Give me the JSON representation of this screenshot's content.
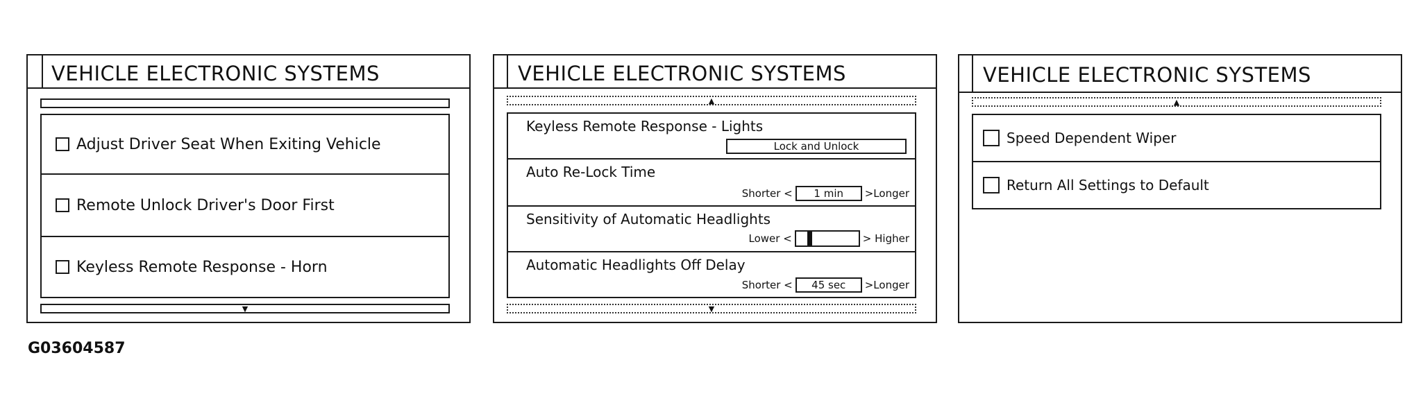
{
  "caption": "G03604587",
  "screens": [
    {
      "title": "VEHICLE ELECTRONIC SYSTEMS",
      "items": [
        {
          "label": "Adjust Driver Seat When Exiting Vehicle",
          "checked": false
        },
        {
          "label": "Remote Unlock Driver's Door First",
          "checked": false
        },
        {
          "label": "Keyless Remote Response - Horn",
          "checked": false
        }
      ],
      "scroll_down_icon": "triangle-down"
    },
    {
      "title": "VEHICLE ELECTRONIC SYSTEMS",
      "scroll_up_icon": "triangle-up",
      "scroll_down_icon": "triangle-down",
      "settings": [
        {
          "label": "Keyless Remote Response - Lights",
          "value": "Lock and Unlock"
        },
        {
          "label": "Auto Re-Lock Time",
          "left": "Shorter <",
          "value": "1 min",
          "right": ">Longer"
        },
        {
          "label": "Sensitivity of Automatic Headlights",
          "left": "Lower <",
          "right": "> Higher",
          "level": 0.18
        },
        {
          "label": "Automatic Headlights Off Delay",
          "left": "Shorter <",
          "value": "45 sec",
          "right": ">Longer"
        }
      ]
    },
    {
      "title": "VEHICLE ELECTRONIC SYSTEMS",
      "scroll_up_icon": "triangle-up",
      "items": [
        {
          "label": "Speed Dependent Wiper",
          "checked": false
        },
        {
          "label": "Return All Settings to Default",
          "checked": false
        }
      ]
    }
  ]
}
